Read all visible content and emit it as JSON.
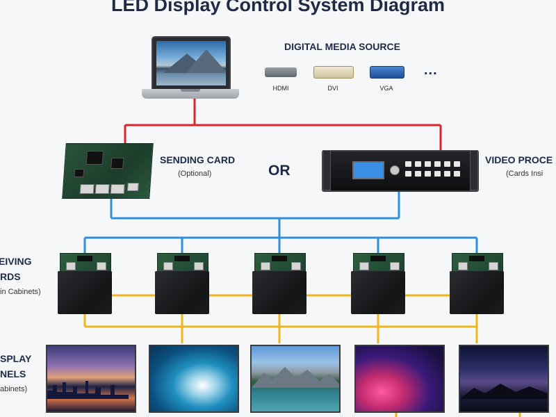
{
  "title": "LED Display Control System Diagram",
  "media_source": {
    "heading": "DIGITAL MEDIA SOURCE",
    "connectors": [
      {
        "label": "HDMI",
        "icon": "hdmi-connector-icon"
      },
      {
        "label": "DVI",
        "icon": "dvi-connector-icon"
      },
      {
        "label": "VGA",
        "icon": "vga-connector-icon"
      }
    ],
    "more": "..."
  },
  "sending_card": {
    "title": "SENDING CARD",
    "note": "(Optional)"
  },
  "or_label": "OR",
  "video_processor": {
    "title": "VIDEO PROCE",
    "note": "(Cards Insi"
  },
  "receiving_cards": {
    "title_line1": "EIVING",
    "title_line2": "RDS",
    "note": "in Cabinets)",
    "count": 5
  },
  "display_panels": {
    "title_line1": "SPLAY",
    "title_line2": "NELS",
    "note": "abinets)",
    "count": 5
  },
  "colors": {
    "red_link": "#d9262b",
    "blue_link": "#2e8fe0",
    "yellow_link": "#f2b51c",
    "text_dark": "#1c2a4a"
  }
}
